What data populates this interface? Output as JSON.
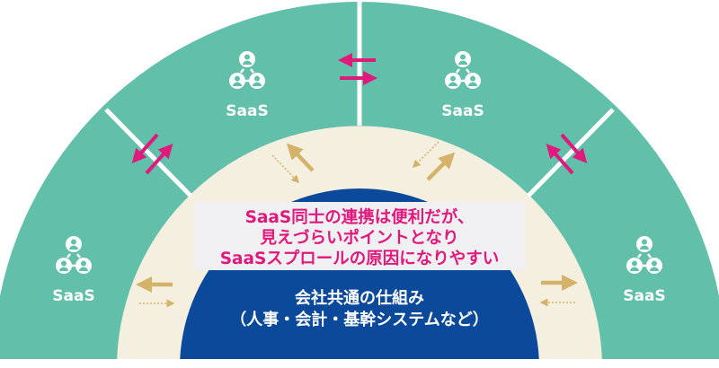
{
  "colors": {
    "outer_ring": "#62bfaa",
    "inner_ring": "#f5efe0",
    "core": "#0b4a9a",
    "highlight_text": "#e0197d",
    "gold_arrow": "#d4b26a",
    "callout_bg": "#f0eff1"
  },
  "saas_nodes": [
    {
      "label": "SaaS",
      "icon": "user-network-icon"
    },
    {
      "label": "SaaS",
      "icon": "user-network-icon"
    },
    {
      "label": "SaaS",
      "icon": "user-network-icon"
    },
    {
      "label": "SaaS",
      "icon": "user-network-icon"
    }
  ],
  "callout": {
    "lines": [
      "SaaS同士の連携は便利だが、",
      "見えづらいポイントとなり",
      "SaaSスプロールの原因になりやすい"
    ]
  },
  "core": {
    "lines": [
      "会社共通の仕組み",
      "（人事・会計・基幹システムなど）"
    ]
  }
}
